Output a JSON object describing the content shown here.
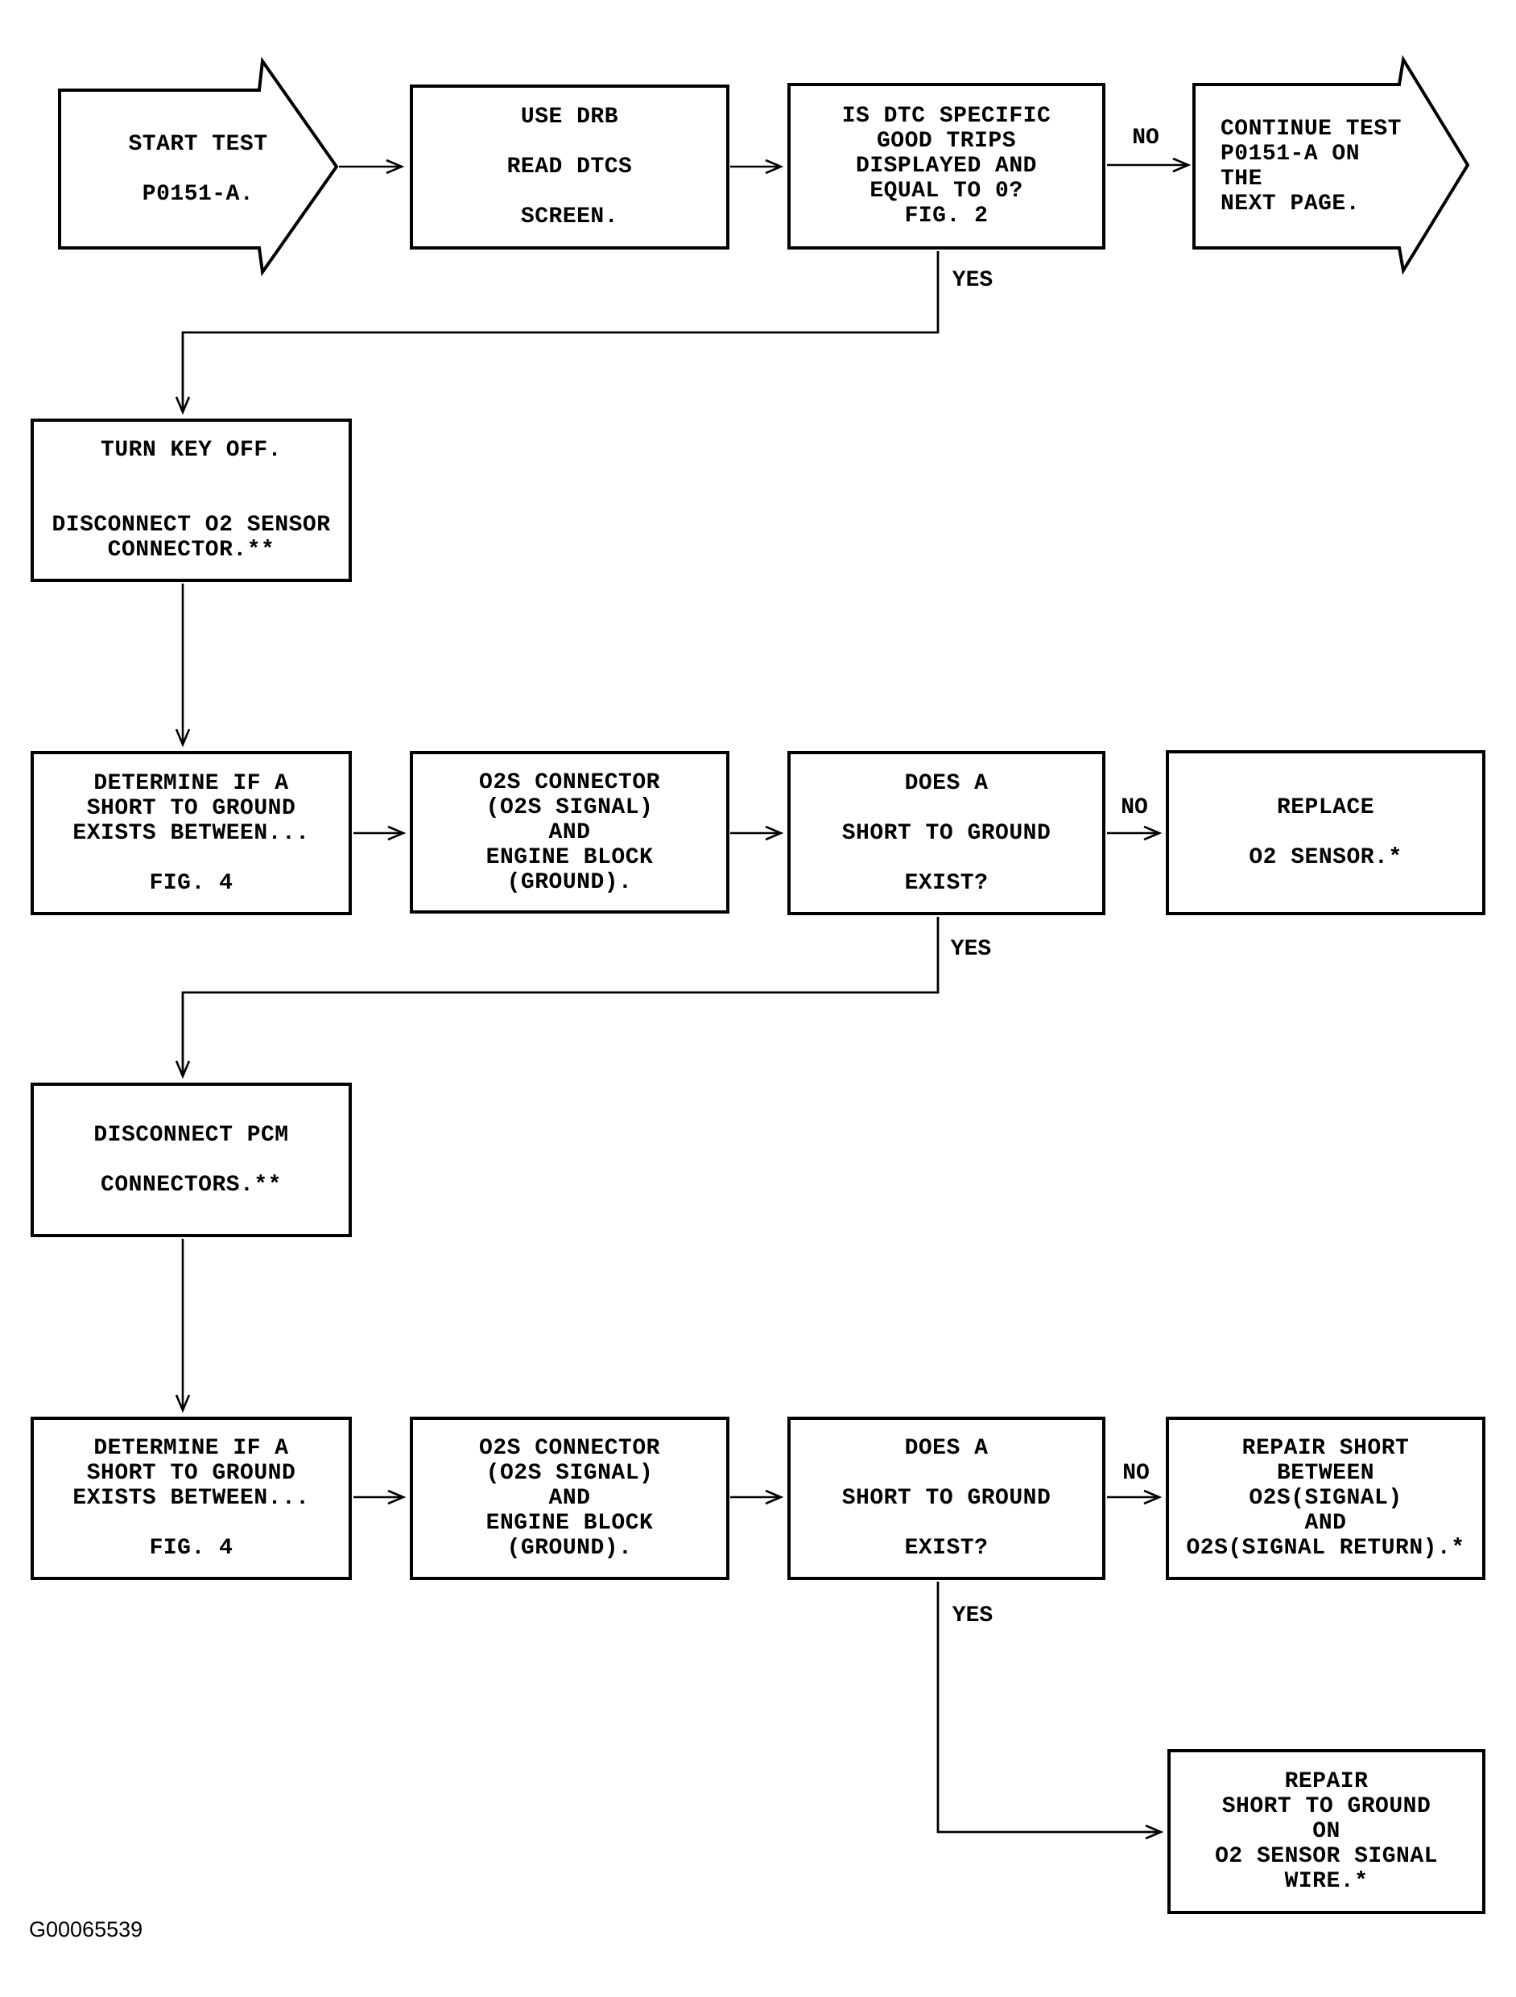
{
  "page": {
    "background": "#ffffff",
    "ink": "#000000"
  },
  "figure_id": "G00065539",
  "labels": {
    "yes1": "YES",
    "no1": "NO",
    "yes2": "YES",
    "no2": "NO",
    "yes3": "YES",
    "no3": "NO"
  },
  "nodes": {
    "start": "START TEST\n\nP0151-A.",
    "use_drb": "USE DRB\n\nREAD DTCS\n\nSCREEN.",
    "dtc_check": "IS DTC SPECIFIC\nGOOD TRIPS\nDISPLAYED AND\nEQUAL TO 0?\nFIG. 2",
    "continue_next_page": "CONTINUE TEST\nP0151-A ON THE\nNEXT PAGE.",
    "turn_key_off": "TURN KEY OFF.\n\n\nDISCONNECT O2 SENSOR\nCONNECTOR.**",
    "determine_short_1": "DETERMINE IF A\nSHORT TO GROUND\nEXISTS BETWEEN...\n\nFIG. 4",
    "o2s_connector_1": "O2S CONNECTOR\n(O2S SIGNAL)\nAND\nENGINE BLOCK\n(GROUND).",
    "short_exist_1": "DOES A\n\nSHORT TO GROUND\n\nEXIST?",
    "replace_o2_sensor": "REPLACE\n\nO2 SENSOR.*",
    "disconnect_pcm": "DISCONNECT PCM\n\nCONNECTORS.**",
    "determine_short_2": "DETERMINE IF A\nSHORT TO GROUND\nEXISTS BETWEEN...\n\nFIG. 4",
    "o2s_connector_2": "O2S CONNECTOR\n(O2S SIGNAL)\nAND\nENGINE BLOCK\n(GROUND).",
    "short_exist_2": "DOES A\n\nSHORT TO GROUND\n\nEXIST?",
    "repair_short_between": "REPAIR SHORT\nBETWEEN\nO2S(SIGNAL)\nAND\nO2S(SIGNAL RETURN).*",
    "repair_short_to_ground": "REPAIR\nSHORT TO GROUND\nON\nO2 SENSOR SIGNAL\nWIRE.*"
  }
}
